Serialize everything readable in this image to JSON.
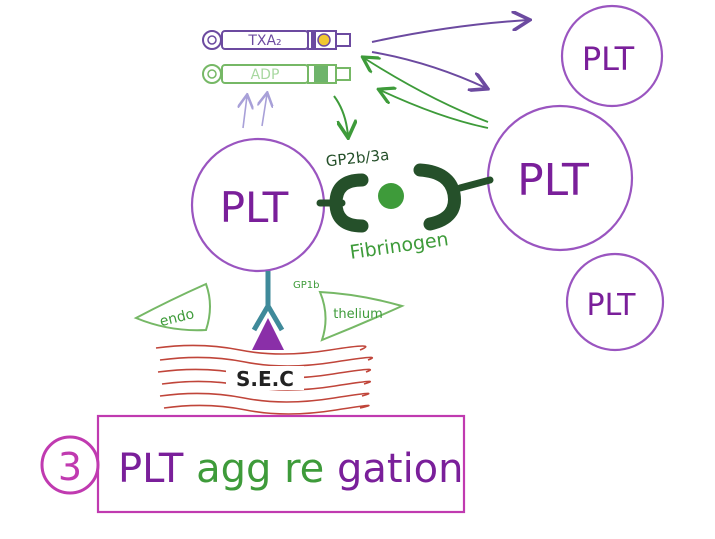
{
  "colors": {
    "purple": "#8a2fa8",
    "green": "#3e9b3a",
    "dark_green": "#25502a",
    "lavender": "#a070c8",
    "red": "#c0453a",
    "magenta": "#c03ab0",
    "pale_green": "#76b866",
    "tube_purple": "#6c4aa0",
    "tube_yellow": "#f0c830"
  },
  "platelets": {
    "main": "PLT",
    "right_big": "PLT",
    "top_right": "PLT",
    "bottom_right": "PLT"
  },
  "mediators": {
    "txa2": "TXA₂",
    "adp": "ADP"
  },
  "receptors": {
    "gp2b3a": "GP2b/3a",
    "gp1b": "GP1b",
    "fibrinogen": "Fibrinogen"
  },
  "endothelium": {
    "left": "endo",
    "right": "thelium"
  },
  "sec": "S.E.C",
  "step": {
    "number": "3",
    "word1": "PLT",
    "word2_a": "agg",
    "word2_b": "re",
    "word2_c": "gation"
  }
}
